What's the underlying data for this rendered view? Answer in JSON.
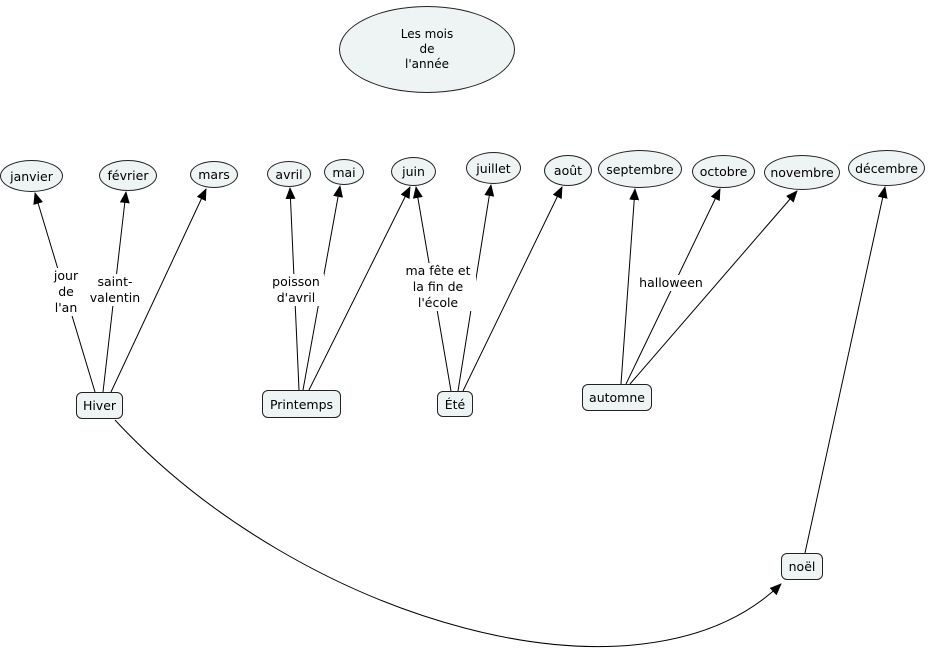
{
  "title": "Les mois de l'année",
  "months": {
    "janvier": "janvier",
    "fevrier": "février",
    "mars": "mars",
    "avril": "avril",
    "mai": "mai",
    "juin": "juin",
    "juillet": "juillet",
    "aout": "août",
    "septembre": "septembre",
    "octobre": "octobre",
    "novembre": "novembre",
    "decembre": "décembre"
  },
  "seasons": {
    "hiver": "Hiver",
    "printemps": "Printemps",
    "ete": "Été",
    "automne": "automne"
  },
  "events": {
    "noel": "noël"
  },
  "link_labels": {
    "jour_de_lan": "jour de l'an",
    "saint_valentin": "saint-valentin",
    "poisson_davril": "poisson d'avril",
    "ma_fete": "ma fête et la fin de l'école",
    "halloween": "halloween"
  }
}
